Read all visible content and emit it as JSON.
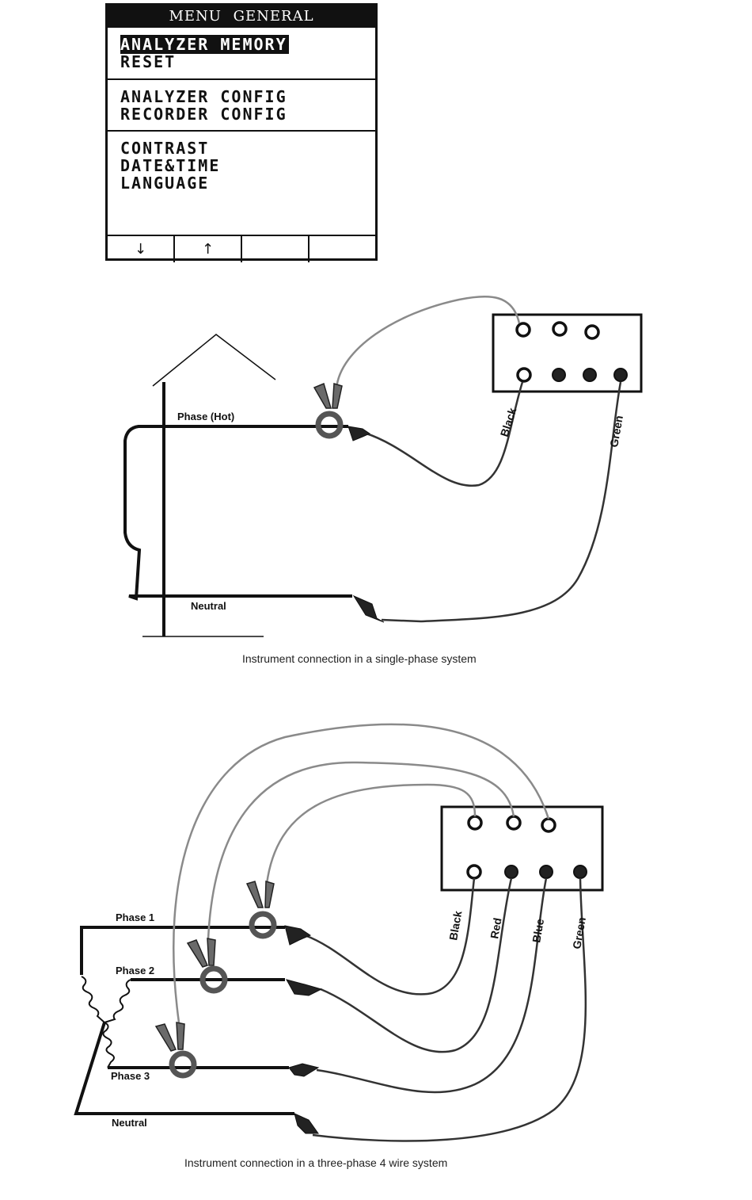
{
  "lcd": {
    "title": "MENU GENERAL",
    "sections": [
      {
        "items": [
          "ANALYZER MEMORY",
          "RESET"
        ]
      },
      {
        "items": [
          "ANALYZER CONFIG",
          "RECORDER CONFIG"
        ]
      },
      {
        "items": [
          "CONTRAST",
          "DATE&TIME",
          "LANGUAGE"
        ]
      }
    ],
    "selected_item": "ANALYZER MEMORY",
    "softkeys": [
      "↓",
      "↑",
      "",
      ""
    ]
  },
  "diagram_single": {
    "phase_label": "Phase (Hot)",
    "neutral_label": "Neutral",
    "lead_labels": {
      "black": "Black",
      "green": "Green"
    },
    "caption": "Instrument connection in a single-phase system"
  },
  "diagram_three": {
    "phase1_label": "Phase 1",
    "phase2_label": "Phase 2",
    "phase3_label": "Phase 3",
    "neutral_label": "Neutral",
    "lead_labels": {
      "black": "Black",
      "red": "Red",
      "blue": "Blue",
      "green": "Green"
    },
    "caption": "Instrument connection in a three-phase 4 wire system"
  },
  "colors": {
    "ink": "#111111",
    "clamp_lead": "#8a8a8a",
    "clamp_body": "#6a6a6a"
  }
}
